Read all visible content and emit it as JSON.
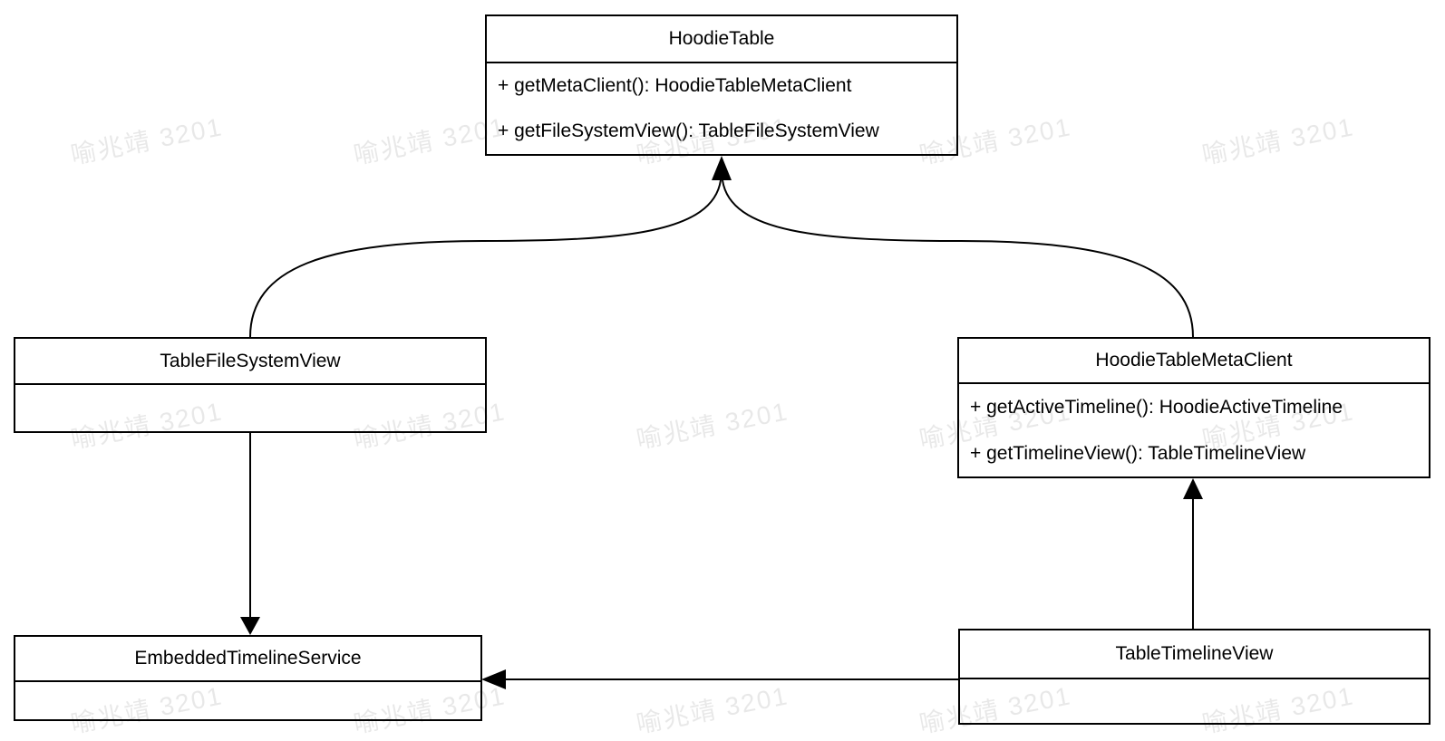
{
  "diagram": {
    "type": "uml-class-diagram",
    "colors": {
      "background": "#ffffff",
      "line": "#000000",
      "text": "#000000",
      "watermark_tint": "rgba(0,0,0,0.09)"
    },
    "watermark": {
      "text": "喻兆靖 3201"
    },
    "classes": [
      {
        "name": "HoodieTable",
        "methods": [
          "+ getMetaClient(): HoodieTableMetaClient",
          "+ getFileSystemView(): TableFileSystemView"
        ]
      },
      {
        "name": "TableFileSystemView",
        "methods": []
      },
      {
        "name": "HoodieTableMetaClient",
        "methods": [
          "+ getActiveTimeline(): HoodieActiveTimeline",
          "+ getTimelineView(): TableTimelineView"
        ]
      },
      {
        "name": "EmbeddedTimelineService",
        "methods": []
      },
      {
        "name": "TableTimelineView",
        "methods": []
      }
    ],
    "relations": [
      {
        "from": "TableFileSystemView",
        "to": "HoodieTable",
        "style": "curved-solid-arrow"
      },
      {
        "from": "HoodieTableMetaClient",
        "to": "HoodieTable",
        "style": "curved-solid-arrow"
      },
      {
        "from": "TableFileSystemView",
        "to": "EmbeddedTimelineService",
        "style": "straight-solid-arrow"
      },
      {
        "from": "TableTimelineView",
        "to": "HoodieTableMetaClient",
        "style": "straight-solid-arrow"
      },
      {
        "from": "TableTimelineView",
        "to": "EmbeddedTimelineService",
        "style": "straight-solid-arrow"
      }
    ]
  }
}
